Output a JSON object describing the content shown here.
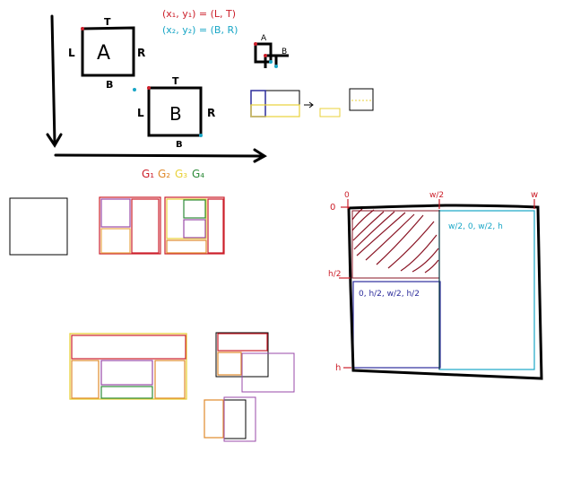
{
  "colors": {
    "ink": "#000000",
    "red": "#cc1f2a",
    "orange": "#e08a2c",
    "yellow": "#e8d13a",
    "green": "#2e8b3a",
    "purple": "#9a4aa8",
    "cyan": "#19a6c6",
    "navy": "#2d2d9c",
    "darkred": "#8a1525"
  },
  "box_a": {
    "letter": "A",
    "top": "T",
    "left": "L",
    "right": "R",
    "bottom": "B"
  },
  "box_b": {
    "letter": "B",
    "top": "T",
    "left": "L",
    "right": "R",
    "bottom": "B"
  },
  "equations": {
    "eq1": "(x₁, y₁) = (L, T)",
    "eq2": "(x₂, y₂) = (B, R)"
  },
  "mini": {
    "a": "A",
    "b": "B"
  },
  "groups": [
    "G₁",
    "G₂",
    "G₃",
    "G₄"
  ],
  "big": {
    "top_zero": "0",
    "top_half": "w/2",
    "top_w": "w",
    "left_zero": "0",
    "left_half": "h/2",
    "left_h": "h",
    "right_label": "w/2, 0, w/2, h",
    "bottom_label": "0, h/2, w/2, h/2"
  }
}
